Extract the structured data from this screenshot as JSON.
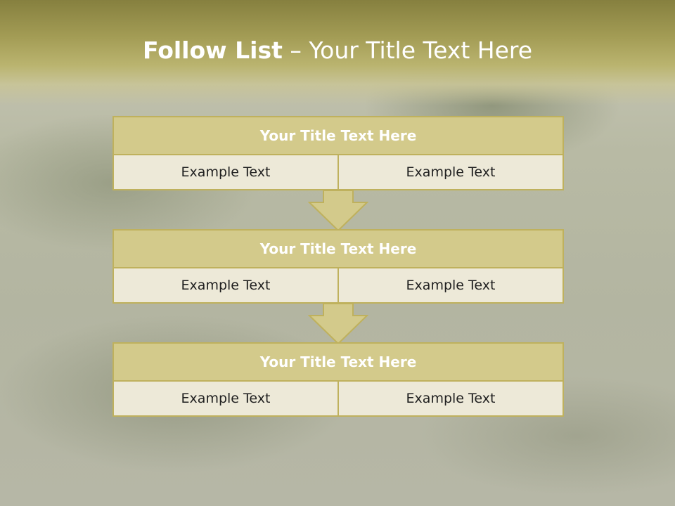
{
  "slide": {
    "title_bold": "Follow List",
    "title_rest": " – Your Title Text Here"
  },
  "steps": [
    {
      "title": "Your Title Text Here",
      "cells": [
        "Example Text",
        "Example Text"
      ]
    },
    {
      "title": "Your Title Text Here",
      "cells": [
        "Example Text",
        "Example Text"
      ]
    },
    {
      "title": "Your Title Text Here",
      "cells": [
        "Example Text",
        "Example Text"
      ]
    }
  ],
  "colors": {
    "header_fill": "#d3ca8b",
    "border": "#bfb15d",
    "cell_fill": "#ede9d8",
    "banner": "#a39c55"
  },
  "icons": [
    "down-arrow-icon",
    "down-arrow-icon"
  ]
}
